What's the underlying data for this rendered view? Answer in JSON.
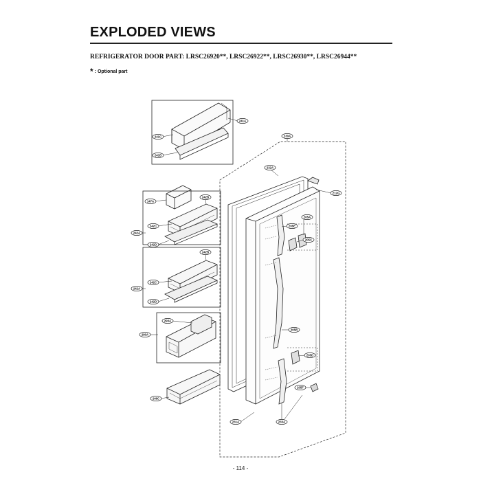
{
  "header": {
    "title": "EXPLODED VIEWS",
    "subtitle": "REFRIGERATOR DOOR PART: LRSC26920**, LRSC26922**, LRSC26930**, LRSC26944**",
    "optional_mark": "*",
    "optional_text": ": Optional part"
  },
  "part_labels": {
    "p241A": "241A",
    "p241C": "241C",
    "p241B": "241B",
    "p230A": "230A",
    "p232A": "232A",
    "p212G": "212G",
    "p147A": "147A",
    "p242B_1": "242B",
    "p242C_1": "242C",
    "p242A_1": "242A",
    "p242D_1": "242D",
    "p205E": "205E",
    "p205A": "205A",
    "p205C": "205C",
    "p242B_2": "242B",
    "p242C_2": "242C",
    "p242A_2": "242A",
    "p242D_2": "242D",
    "p293A": "293A",
    "p290A": "290A",
    "p205B": "205B",
    "p205D": "205D",
    "p205F": "205F",
    "p246C": "246C",
    "p231A": "231A",
    "p233A": "233A"
  },
  "footer": {
    "page_number": "- 114 -"
  }
}
